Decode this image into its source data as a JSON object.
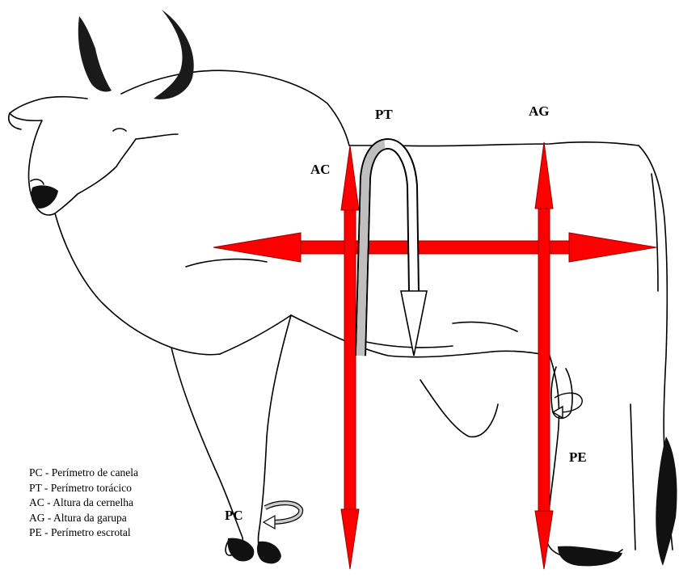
{
  "labels": {
    "pt": "PT",
    "ag": "AG",
    "ac": "AC",
    "pe": "PE",
    "pc": "PC"
  },
  "legend": [
    "PC - Perímetro de canela",
    "PT - Perímetro torácico",
    "AC - Altura da cernelha",
    "AG - Altura da garupa",
    "PE - Perímetro escrotal"
  ],
  "colors": {
    "arrow": "#ff0000",
    "arrow_outline": "#990000",
    "tape": "#bfbfbf",
    "outline": "#000000",
    "horn": "#1a1a1a"
  }
}
